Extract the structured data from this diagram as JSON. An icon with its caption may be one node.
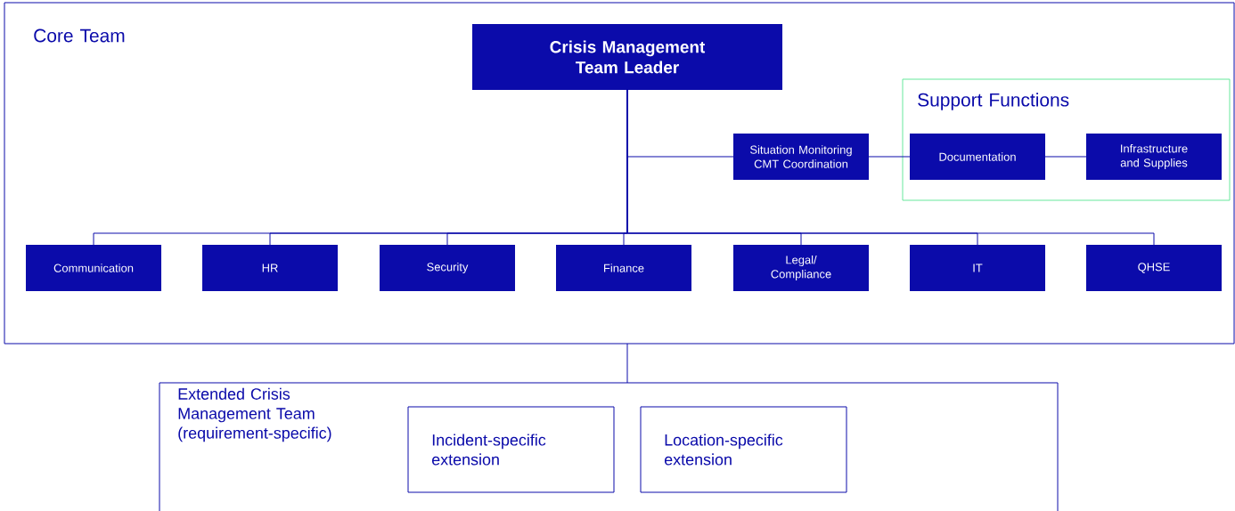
{
  "diagram": {
    "nodes": [
      {
        "text": [
          "Core Team"
        ]
      },
      {
        "text": [
          "Crisis Management Team Leader"
        ],
        "in": 0
      },
      {
        "text": [
          "Situation Monitoring CMT Coordination"
        ],
        "in": 0
      },
      {
        "text": [
          "Support Functions"
        ],
        "in": 0
      },
      {
        "text": [
          "Documentation"
        ],
        "in": 3
      },
      {
        "text": [
          "Infrastructure and Supplies"
        ],
        "in": 3
      },
      {
        "text": [
          "Communication"
        ],
        "in": 0
      },
      {
        "text": [
          "HR"
        ],
        "in": 0
      },
      {
        "text": [
          "Security"
        ],
        "in": 0
      },
      {
        "text": [
          "Finance"
        ],
        "in": 0
      },
      {
        "text": [
          "Legal/ Compliance"
        ],
        "in": 0
      },
      {
        "text": [
          "IT"
        ],
        "in": 0
      },
      {
        "text": [
          "QHSE"
        ],
        "in": 0
      },
      {
        "text": [
          "Extended Crisis Management Team (requirement-specific)"
        ]
      },
      {
        "text": [
          "Incident-specific extension"
        ],
        "in": 13
      },
      {
        "text": [
          "Location-specific extension"
        ],
        "in": 13
      }
    ],
    "edges": [
      {
        "from": 1,
        "to": 2,
        "arrow": "none"
      },
      {
        "from": 2,
        "to": 4,
        "arrow": "none"
      },
      {
        "from": 4,
        "to": 5,
        "arrow": "none"
      },
      {
        "from": 1,
        "to": 6,
        "arrow": "none"
      },
      {
        "from": 1,
        "to": 7,
        "arrow": "none"
      },
      {
        "from": 1,
        "to": 8,
        "arrow": "none"
      },
      {
        "from": 1,
        "to": 9,
        "arrow": "none"
      },
      {
        "from": 1,
        "to": 10,
        "arrow": "none"
      },
      {
        "from": 1,
        "to": 11,
        "arrow": "none"
      },
      {
        "from": 1,
        "to": 12,
        "arrow": "none"
      },
      {
        "from": 0,
        "to": 13,
        "arrow": "none"
      }
    ]
  }
}
